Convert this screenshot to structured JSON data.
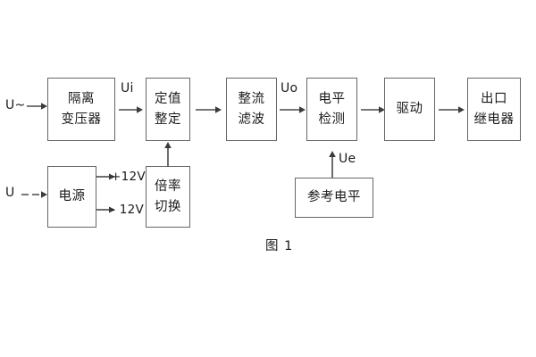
{
  "diagram": {
    "caption": "图 1",
    "background": "#ffffff",
    "line_color": "#666666",
    "text_color": "#1b1b1b",
    "top_row": [
      {
        "id": "isolation-transformer",
        "lines": [
          "隔离",
          "变压器"
        ]
      },
      {
        "id": "setting-value",
        "lines": [
          "定值",
          "整定"
        ]
      },
      {
        "id": "rectify-filter",
        "lines": [
          "整流",
          "滤波"
        ]
      },
      {
        "id": "level-detection",
        "lines": [
          "电平",
          "检测"
        ]
      },
      {
        "id": "drive",
        "lines": [
          "驱动"
        ]
      },
      {
        "id": "output-relay",
        "lines": [
          "出口",
          "继电器"
        ]
      }
    ],
    "bottom_row": [
      {
        "id": "power-supply",
        "lines": [
          "电源"
        ]
      },
      {
        "id": "multiplier-switch",
        "lines": [
          "倍率",
          "切换"
        ]
      },
      {
        "id": "reference-level",
        "lines": [
          "参考电平"
        ]
      }
    ],
    "signal_labels": {
      "input_ac": "U~",
      "input_dc": "U",
      "ui": "Ui",
      "uo": "Uo",
      "ue": "Ue",
      "rail_positive": "+12V",
      "rail_negative": "- 12V"
    }
  }
}
